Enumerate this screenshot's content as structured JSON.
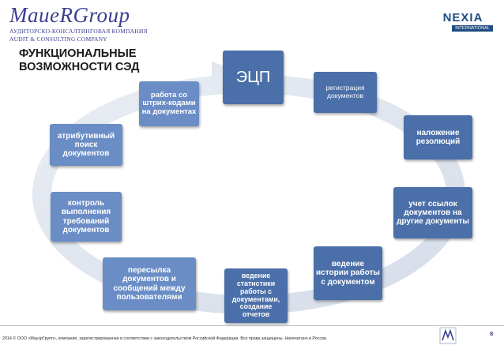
{
  "header": {
    "logo_text": "MaueRGroup",
    "company_line_1": "АУДИТОРСКО-КОНСАЛТИНГОВАЯ КОМПАНИЯ",
    "company_line_2": "AUDIT & CONSULTING COMPANY",
    "partner_logo": "NEXIA",
    "partner_sub": "INTERNATIONAL"
  },
  "title_line_1": "ФУНКЦИОНАЛЬНЫЕ",
  "title_line_2": "ВОЗМОЖНОСТИ  СЭД",
  "center": {
    "label": "ЭЦП"
  },
  "nodes": {
    "registration": "регистрация документов",
    "resolutions": "наложение резолюций",
    "links": "учет ссылок документов на другие документы",
    "history": "ведение истории работы с документом",
    "statistics": "ведение статистики работы с документами, создание отчетов",
    "forwarding": "пересылка документов и сообщений между пользователями",
    "control": "контроль выполнения требований документов",
    "search": "атрибутивный поиск документов",
    "barcodes": "работа со штрих-кодами на документах"
  },
  "footer": {
    "copyright": "2014 © ООО «МауэрГрупп», компания, зарегистрированная в соответствии с законодательством Российской Федерации. Все права защищены. Напечатано в России.",
    "page_number": "8"
  },
  "colors": {
    "box_dark": "#4a6fa9",
    "box_light": "#6a8dc6",
    "ring": "#dde3ed",
    "brand": "#3c3f8f"
  }
}
